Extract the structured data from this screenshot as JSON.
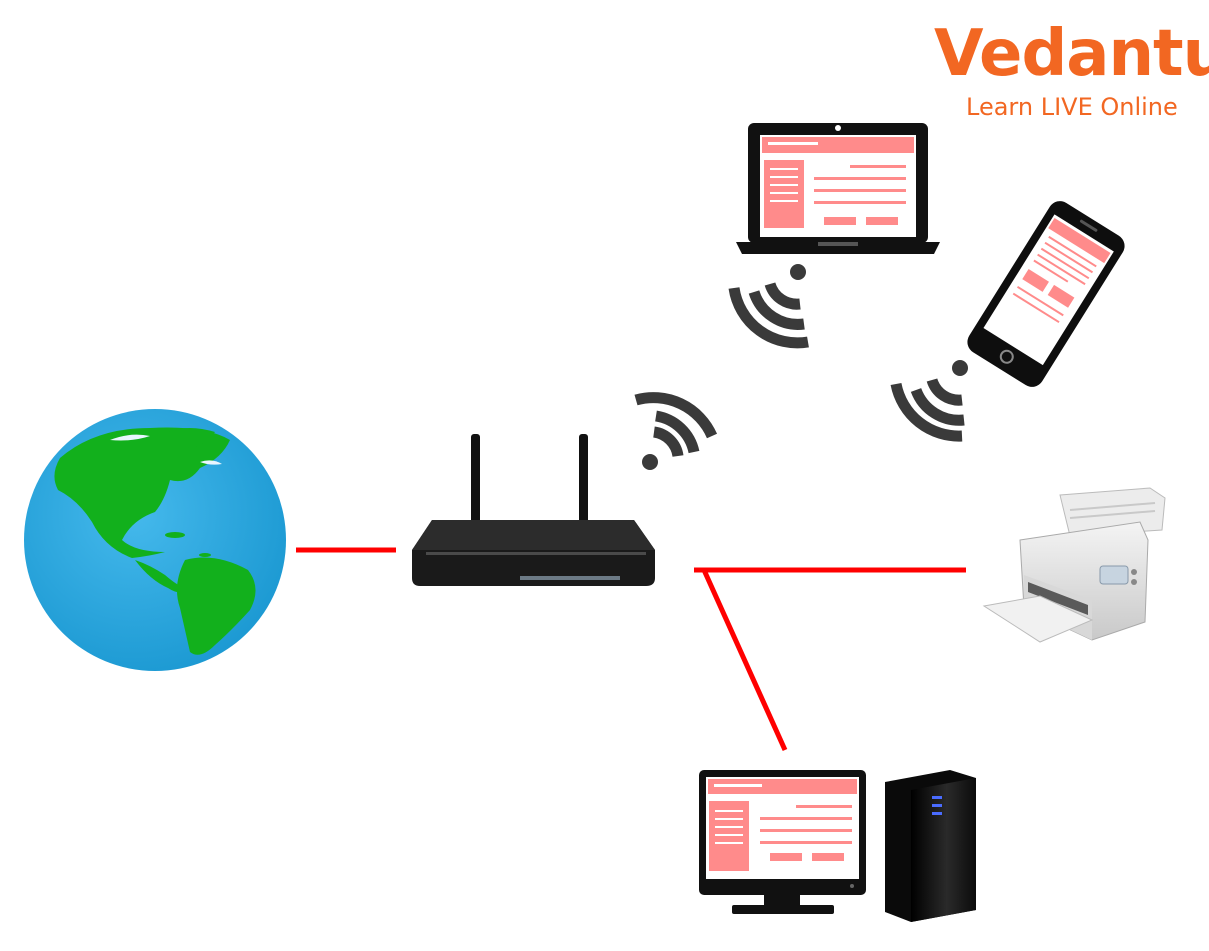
{
  "logo": {
    "name": "Vedantu",
    "tagline": "Learn LIVE Online",
    "color": "#f26722"
  },
  "colors": {
    "wired_link": "#ff0000",
    "wireless_signal": "#3a3a3a",
    "ocean": "#29a8e0",
    "land": "#12b01c",
    "screen_accent": "#ff8b8b",
    "device_body": "#111111"
  },
  "nodes": [
    {
      "id": "internet",
      "icon": "globe-icon"
    },
    {
      "id": "router",
      "icon": "wifi-router-icon"
    },
    {
      "id": "laptop",
      "icon": "laptop-icon"
    },
    {
      "id": "smartphone",
      "icon": "smartphone-icon"
    },
    {
      "id": "printer",
      "icon": "printer-icon"
    },
    {
      "id": "desktop",
      "icon": "desktop-computer-icon"
    }
  ],
  "links": [
    {
      "from": "internet",
      "to": "router",
      "kind": "wired"
    },
    {
      "from": "router",
      "to": "printer",
      "kind": "wired"
    },
    {
      "from": "router",
      "to": "desktop",
      "kind": "wired"
    },
    {
      "from": "router",
      "to": "laptop",
      "kind": "wireless"
    },
    {
      "from": "router",
      "to": "smartphone",
      "kind": "wireless"
    }
  ]
}
